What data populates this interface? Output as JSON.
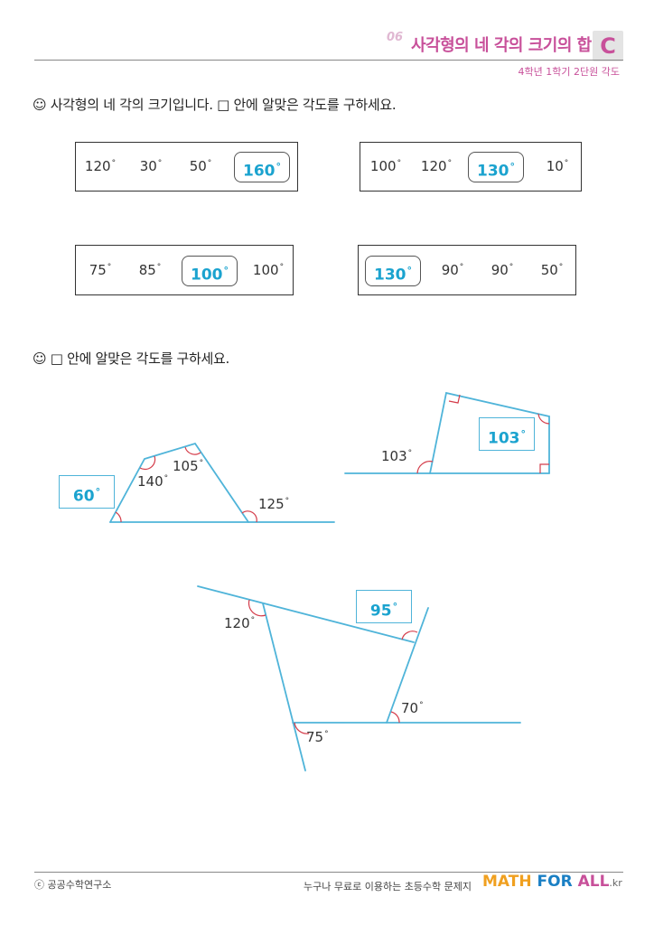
{
  "header": {
    "num": "06",
    "title": "사각형의 네 각의 크기의 합",
    "badge": "C",
    "subtitle": "4학년 1학기 2단원 각도"
  },
  "section1": {
    "instruction": "☺ 사각형의 네 각의 크기입니다. □ 안에 알맞은 각도를 구하세요.",
    "boxes": [
      {
        "values": [
          "120",
          "30",
          "50",
          "160"
        ],
        "answer_index": 3
      },
      {
        "values": [
          "100",
          "120",
          "130",
          "10"
        ],
        "answer_index": 2
      },
      {
        "values": [
          "75",
          "85",
          "100",
          "100"
        ],
        "answer_index": 2
      },
      {
        "values": [
          "130",
          "90",
          "90",
          "50"
        ],
        "answer_index": 0
      }
    ]
  },
  "section2": {
    "instruction": "☺ □ 안에 알맞은 각도를 구하세요.",
    "fig1": {
      "answer": "60",
      "labels": [
        "140",
        "105",
        "125"
      ]
    },
    "fig2": {
      "answer": "103",
      "labels": [
        "103"
      ]
    },
    "fig3": {
      "answer": "95",
      "labels": [
        "120",
        "70",
        "75"
      ]
    }
  },
  "footer": {
    "left": "ⓒ 공공수학연구소",
    "middle": "누구나 무료로 이용하는 초등수학 문제지",
    "brand_1": "MATH",
    "brand_2": "FOR",
    "brand_3": "ALL",
    "brand_4": ".kr"
  },
  "colors": {
    "accent": "#c8509a",
    "answer": "#1ba3cf",
    "line": "#4fb4d9",
    "arc": "#d43c4a"
  }
}
